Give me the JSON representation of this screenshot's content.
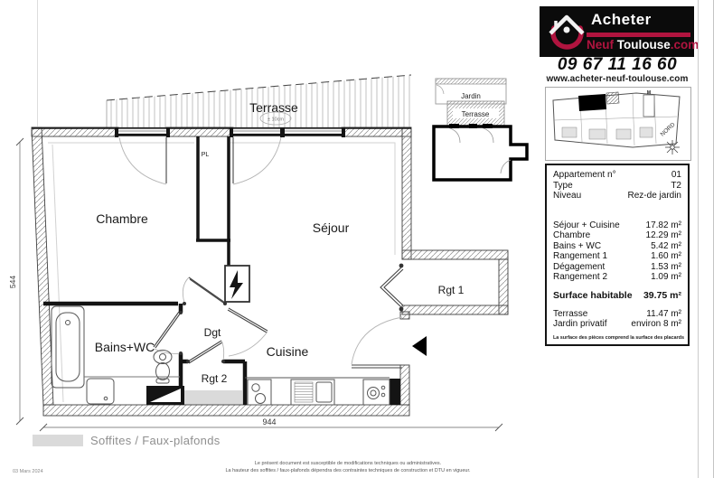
{
  "branding": {
    "name_line1": "Acheter",
    "name_neuf": "Neuf",
    "name_toulouse": "Toulouse",
    "name_dotcom": ".com",
    "phone": "09 67 11 16 60",
    "website": "www.acheter-neuf-toulouse.com",
    "colors": {
      "brand_red": "#b0143f",
      "brand_black": "#0b0b0b"
    }
  },
  "site_plan": {
    "compass": "NORD",
    "metro": "M"
  },
  "unit_info": {
    "header": [
      {
        "label": "Appartement n°",
        "value": "01"
      },
      {
        "label": "Type",
        "value": "T2"
      },
      {
        "label": "Niveau",
        "value": "Rez-de jardin"
      }
    ],
    "areas": [
      {
        "label": "Séjour + Cuisine",
        "value": "17.82 m²"
      },
      {
        "label": "Chambre",
        "value": "12.29 m²"
      },
      {
        "label": "Bains + WC",
        "value": "5.42 m²"
      },
      {
        "label": "Rangement 1",
        "value": "1.60 m²"
      },
      {
        "label": "Dégagement",
        "value": "1.53 m²"
      },
      {
        "label": "Rangement 2",
        "value": "1.09 m²"
      }
    ],
    "total": {
      "label": "Surface habitable",
      "value": "39.75 m²"
    },
    "outdoor": [
      {
        "label": "Terrasse",
        "value": "11.47 m²"
      },
      {
        "label": "Jardin privatif",
        "value": "environ 8 m²"
      }
    ],
    "note": "La surface des pièces comprend la surface des placards"
  },
  "floor_plan": {
    "rooms": {
      "terrasse": "Terrasse",
      "chambre": "Chambre",
      "sejour": "Séjour",
      "bains": "Bains+WC",
      "dgt": "Dgt",
      "rgt1": "Rgt 1",
      "rgt2": "Rgt 2",
      "cuisine": "Cuisine",
      "pl": "PL"
    },
    "terrace_tolerance": "± 10cm",
    "dimensions": {
      "width_cm": "944",
      "height_cm": "544"
    },
    "inset": {
      "jardin": "Jardin",
      "terrasse": "Terrasse"
    },
    "legend_label": "Soffites / Faux-plafonds",
    "soffit_gray": "#dadada"
  },
  "footer": {
    "date": "03 Mars 2024",
    "line1": "Le présent document est susceptible de modifications techniques ou administratives.",
    "line2": "La hauteur des soffites / faux-plafonds dépendra des contraintes techniques de construction et DTU en vigueur."
  }
}
